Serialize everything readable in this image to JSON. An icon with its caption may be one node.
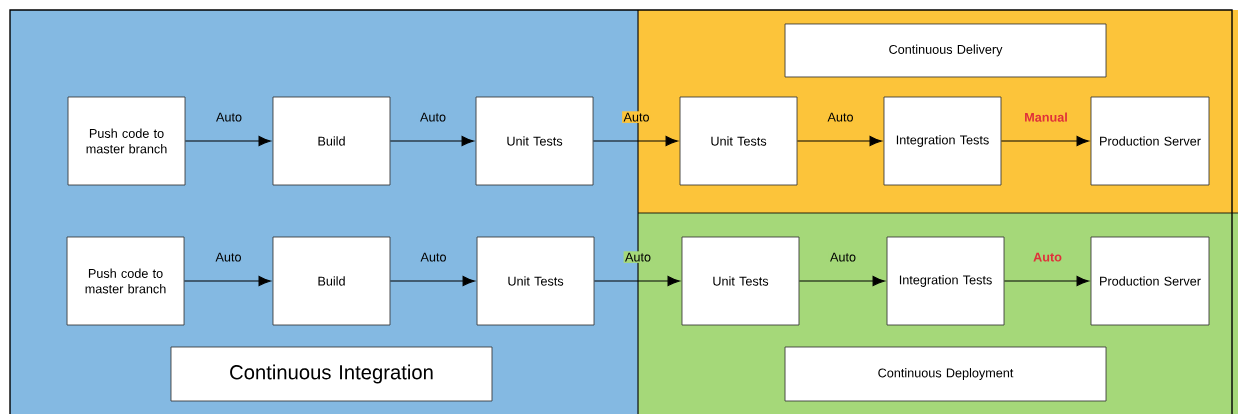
{
  "diagram": {
    "nodes": [
      {
        "text": [
          "Continuous Delivery"
        ]
      },
      {
        "text": [
          "Push code to master branch"
        ]
      },
      {
        "text": [
          "Build"
        ]
      },
      {
        "text": [
          "Unit Tests"
        ]
      },
      {
        "text": [
          "Unit Tests"
        ]
      },
      {
        "text": [
          "Integration Tests"
        ]
      },
      {
        "text": [
          "Production  Server"
        ]
      },
      {
        "text": [
          "Push code to master branch"
        ]
      },
      {
        "text": [
          "Build"
        ]
      },
      {
        "text": [
          "Unit Tests"
        ]
      },
      {
        "text": [
          "Unit Tests"
        ]
      },
      {
        "text": [
          "Integration Tests"
        ]
      },
      {
        "text": [
          "Production  Server"
        ]
      },
      {
        "text": [
          "Continuous Integration"
        ]
      },
      {
        "text": [
          "Continuous Deployment"
        ]
      }
    ],
    "edges": [
      {
        "from": 1,
        "to": 2,
        "arrow": "to",
        "label": "Auto"
      },
      {
        "from": 2,
        "to": 3,
        "arrow": "to",
        "label": "Auto"
      },
      {
        "from": 3,
        "to": 4,
        "arrow": "to",
        "label": "Auto"
      },
      {
        "from": 4,
        "to": 5,
        "arrow": "to",
        "label": "Auto"
      },
      {
        "from": 5,
        "to": 6,
        "arrow": "to",
        "label": "Manual"
      },
      {
        "from": 7,
        "to": 8,
        "arrow": "to",
        "label": "Auto"
      },
      {
        "from": 8,
        "to": 9,
        "arrow": "to",
        "label": "Auto"
      },
      {
        "from": 9,
        "to": 10,
        "arrow": "to",
        "label": "Auto"
      },
      {
        "from": 10,
        "to": 11,
        "arrow": "to",
        "label": "Auto"
      },
      {
        "from": 11,
        "to": 12,
        "arrow": "to",
        "label": "Auto"
      }
    ]
  }
}
